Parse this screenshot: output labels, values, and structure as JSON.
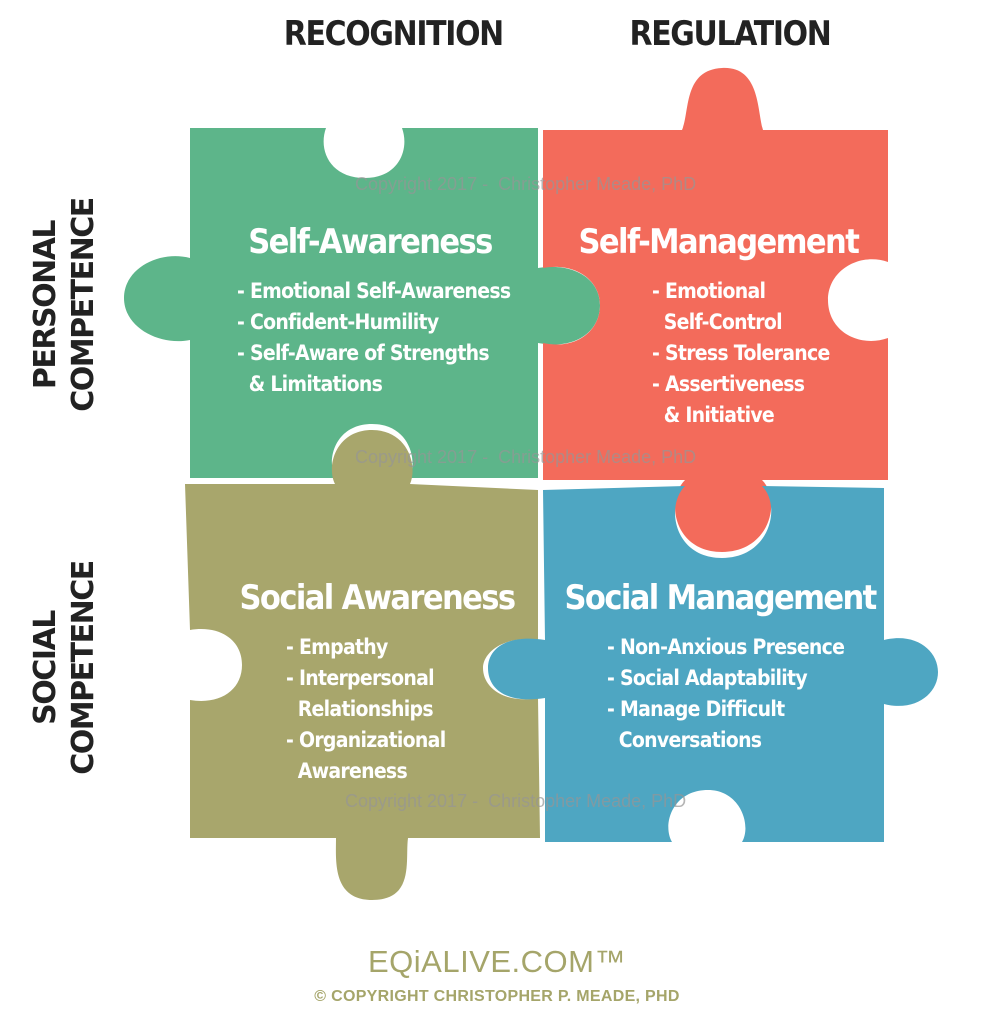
{
  "columns": {
    "recognition": "RECOGNITION",
    "regulation": "REGULATION"
  },
  "rows": {
    "personal": [
      "PERSONAL",
      "COMPETENCE"
    ],
    "social": [
      "SOCIAL",
      "COMPETENCE"
    ]
  },
  "colors": {
    "green": "#5db58a",
    "red": "#f36b5b",
    "olive": "#a8a66c",
    "blue": "#4ea6c2"
  },
  "pieces": {
    "self_awareness": {
      "title": "Self-Awareness",
      "items": [
        "- Emotional Self-Awareness",
        "- Confident-Humility",
        "- Self-Aware of Strengths",
        "  & Limitations"
      ]
    },
    "self_management": {
      "title": "Self-Management",
      "items": [
        "- Emotional",
        "  Self-Control",
        "- Stress Tolerance",
        "- Assertiveness",
        "  & Initiative"
      ]
    },
    "social_awareness": {
      "title": "Social Awareness",
      "items": [
        "- Empathy",
        "- Interpersonal",
        "  Relationships",
        "- Organizational",
        "  Awareness"
      ]
    },
    "social_management": {
      "title": "Social Management",
      "items": [
        "- Non-Anxious Presence",
        "- Social Adaptability",
        "- Manage Difficult",
        "  Conversations"
      ]
    }
  },
  "watermarks": [
    "Copyright 2017 -  Christopher Meade, PhD",
    "Copyright 2017 -  Christopher Meade, PhD",
    "Copyright 2017 -  Christopher Meade, PhD"
  ],
  "footer": {
    "site": "EQiALIVE.COM™",
    "copyright": "© COPYRIGHT CHRISTOPHER P. MEADE, PHD"
  }
}
